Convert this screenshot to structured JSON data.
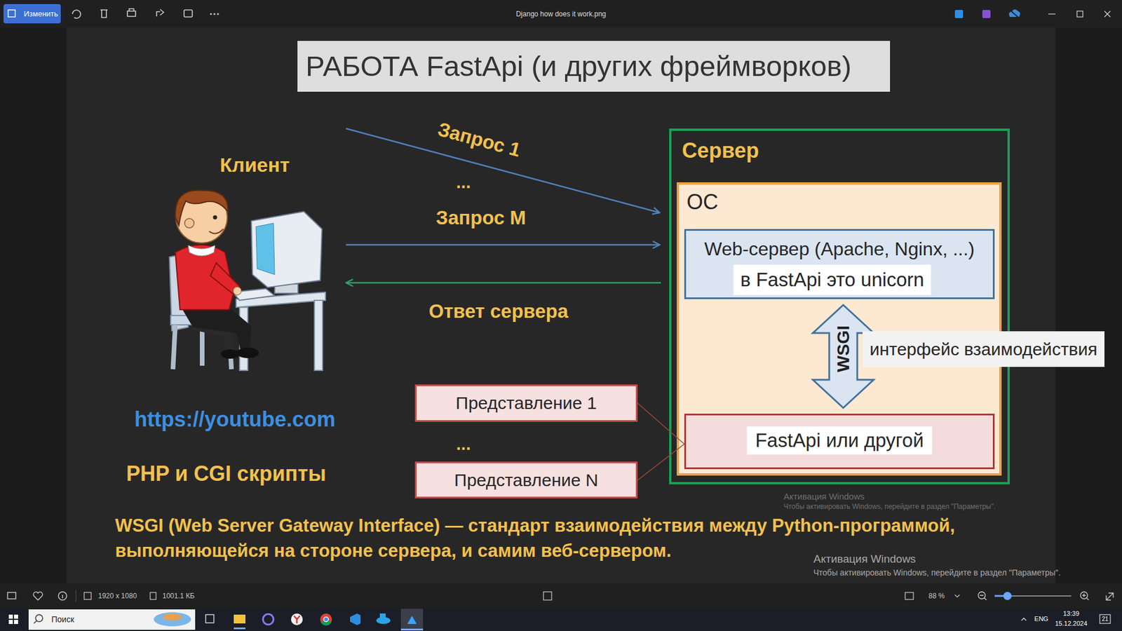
{
  "diagram": {
    "title": "РАБОТА FastApi (и других фреймворков)",
    "caption": "WSGI (Web Server Gateway Interface) — стандарт взаимодействия между Python-программой, выполняющейся на стороне сервера, и самим веб-сервером.",
    "nodes": [
      {
        "text": [
          "Клиент"
        ]
      },
      {
        "text": [
          "Сервер"
        ]
      },
      {
        "text": [
          "ОС"
        ],
        "in": 1
      },
      {
        "text": [
          "Web-сервер (Apache, Nginx, ...)",
          "в FastApi это unicorn"
        ],
        "in": 2
      },
      {
        "text": [
          "FastApi или другой"
        ],
        "in": 2
      },
      {
        "text": [
          "Представление 1"
        ]
      },
      {
        "text": [
          "Представление N"
        ]
      }
    ],
    "edges": [
      {
        "from": 0,
        "to": 1,
        "label": "Запрос 1",
        "arrow": "to"
      },
      {
        "from": 0,
        "to": 1,
        "label": "Запрос M",
        "arrow": "to"
      },
      {
        "from": 1,
        "to": 0,
        "label": "Ответ сервера",
        "arrow": "to"
      },
      {
        "from": 3,
        "to": 4,
        "label": "WSGI",
        "arrow": "both"
      },
      {
        "from": 5,
        "to": 4,
        "arrow": "none"
      },
      {
        "from": 6,
        "to": 4,
        "arrow": "none"
      }
    ],
    "labels": [
      "...",
      "...",
      "https://youtube.com",
      "PHP и CGI скрипты",
      "интерфейс взаимодействия",
      "Активация Windows",
      "Чтобы активировать Windows, перейдите в раздел \"Параметры\".",
      "Активация Windows",
      "Чтобы активировать Windows, перейдите в раздел \"Параметры\".",
      "Изменить",
      "Django how does it work.png",
      "1920 x 1080",
      "1001.1 КБ",
      "88 %",
      "Поиск",
      "ENG",
      "13:39",
      "15.12.2024",
      "21"
    ]
  }
}
